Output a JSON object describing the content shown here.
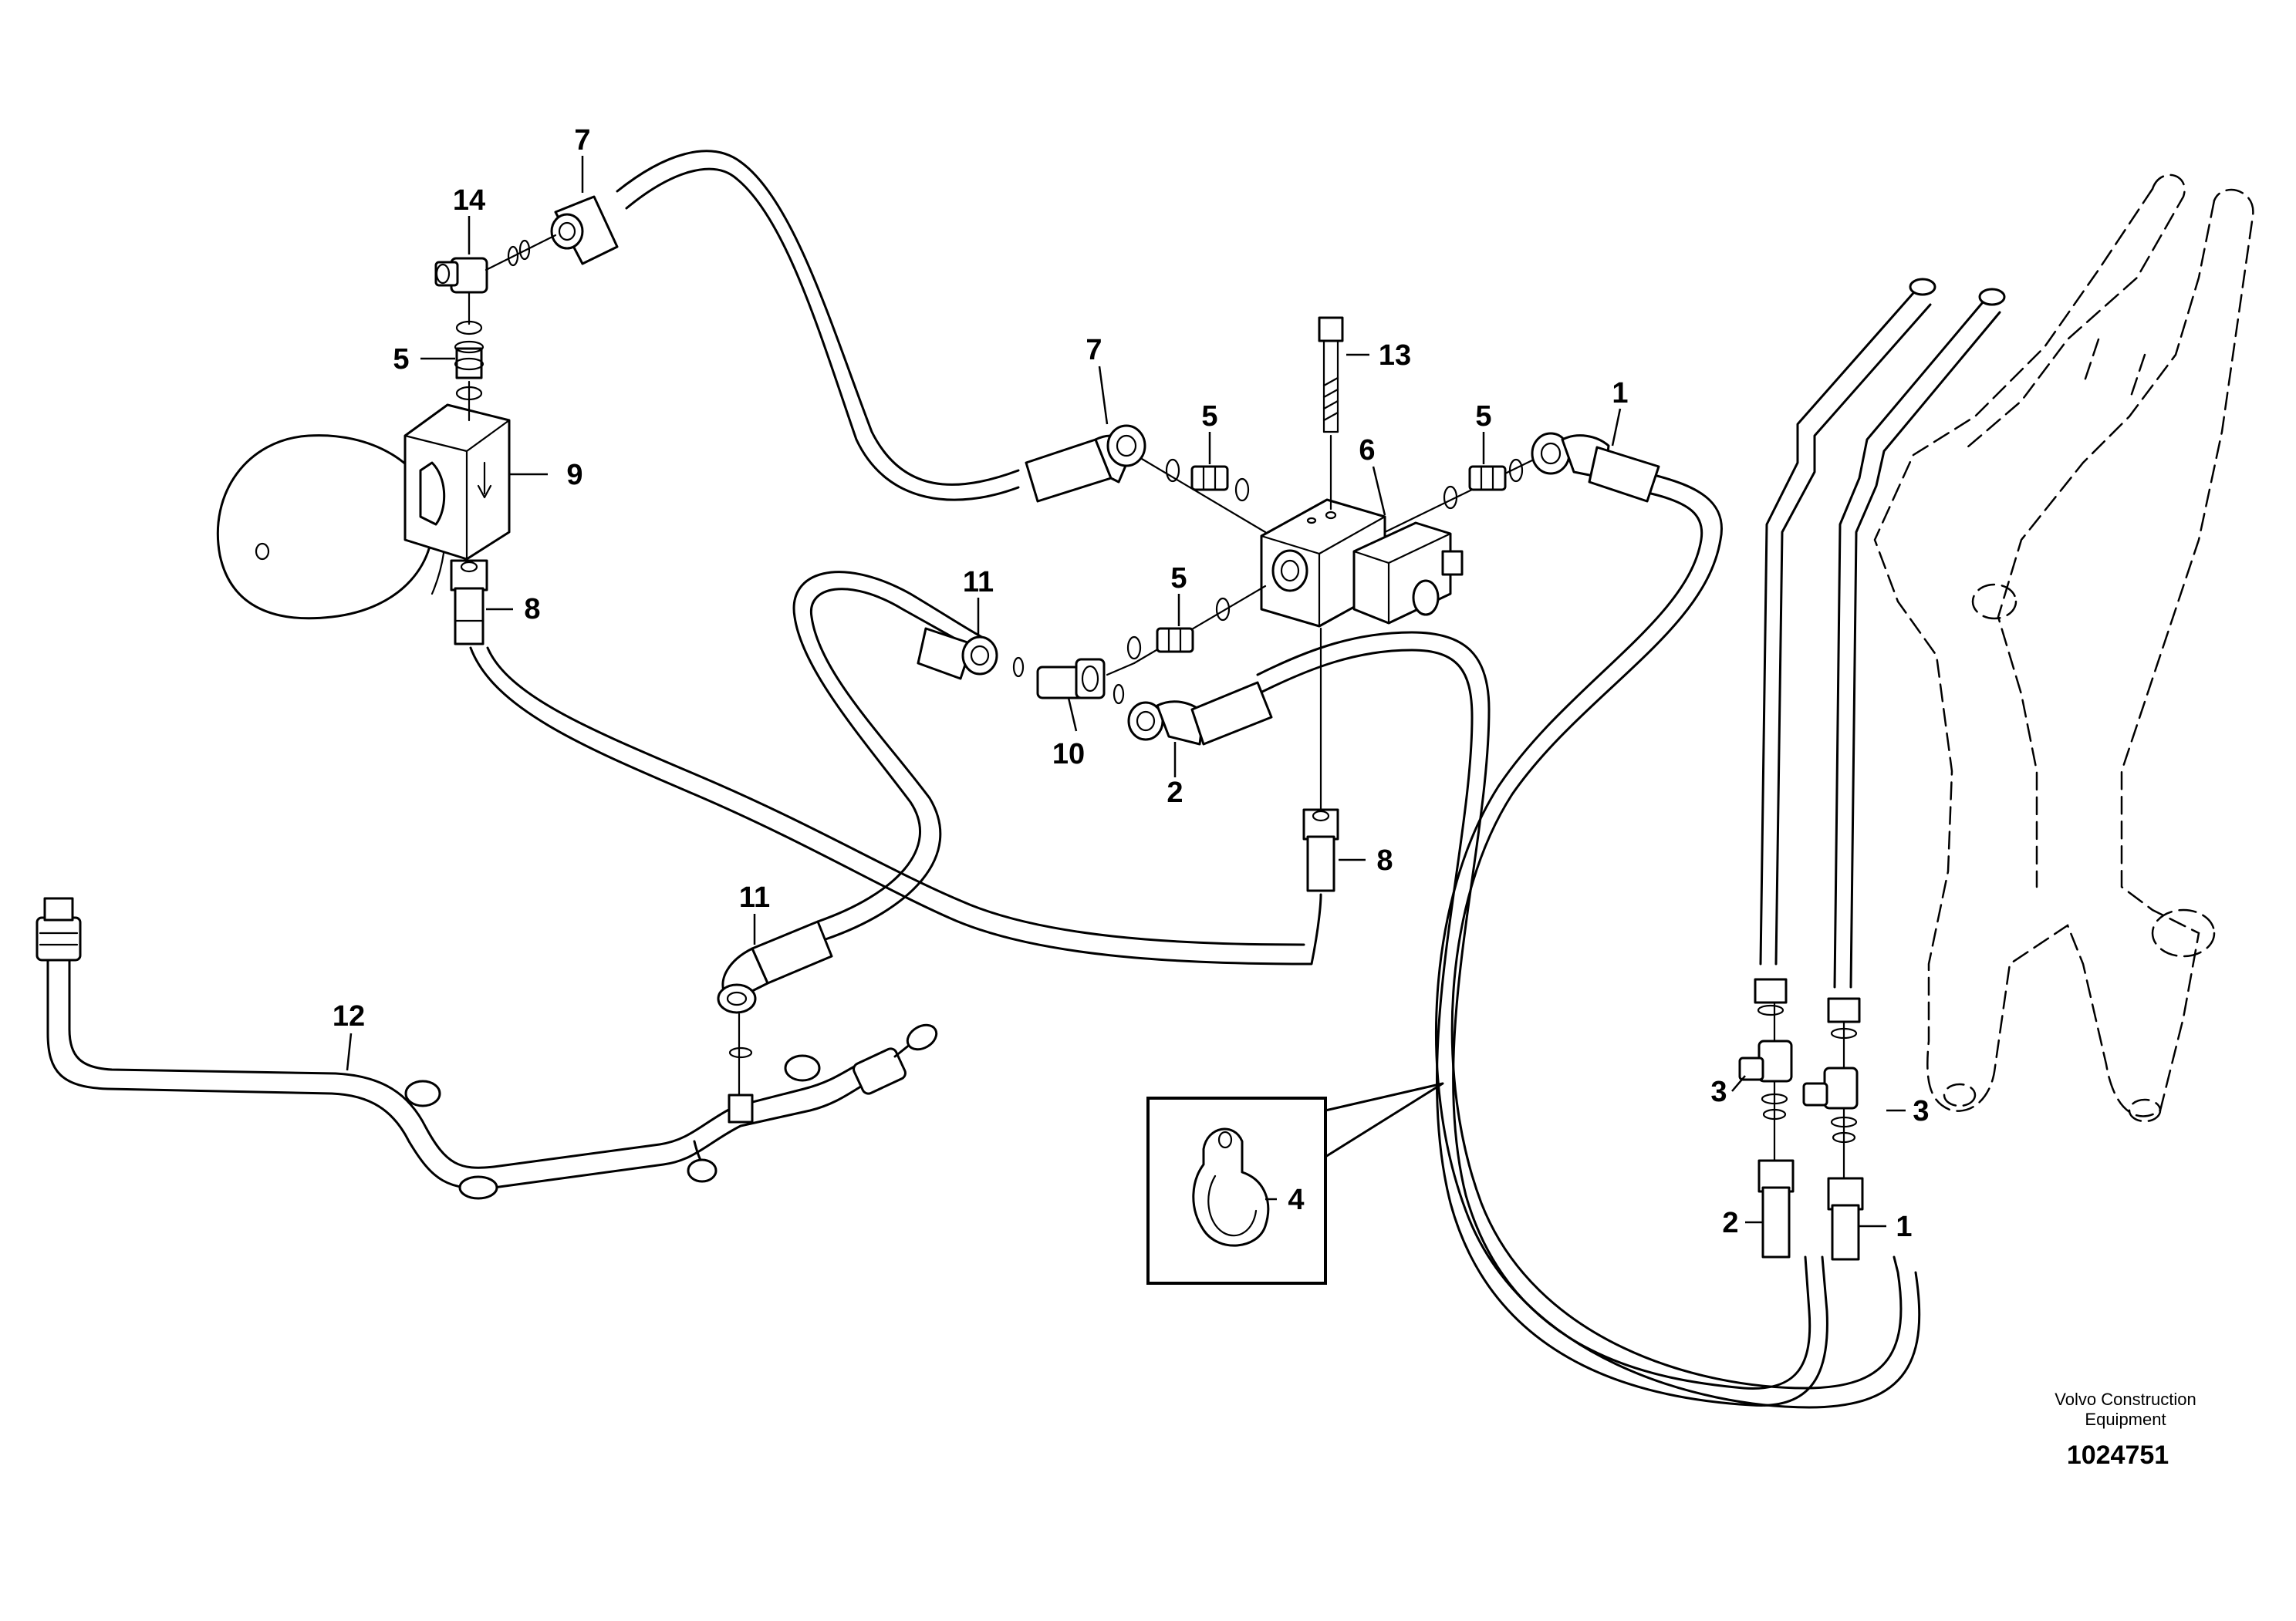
{
  "callouts": {
    "c1a": "1",
    "c1b": "1",
    "c2a": "2",
    "c2b": "2",
    "c3a": "3",
    "c3b": "3",
    "c4": "4",
    "c5a": "5",
    "c5b": "5",
    "c5c": "5",
    "c5d": "5",
    "c6": "6",
    "c7a": "7",
    "c7b": "7",
    "c8a": "8",
    "c8b": "8",
    "c9": "9",
    "c10": "10",
    "c11a": "11",
    "c11b": "11",
    "c12": "12",
    "c13": "13",
    "c14": "14"
  },
  "footer": {
    "brand_line1": "Volvo Construction",
    "brand_line2": "Equipment",
    "doc_number": "1024751"
  }
}
